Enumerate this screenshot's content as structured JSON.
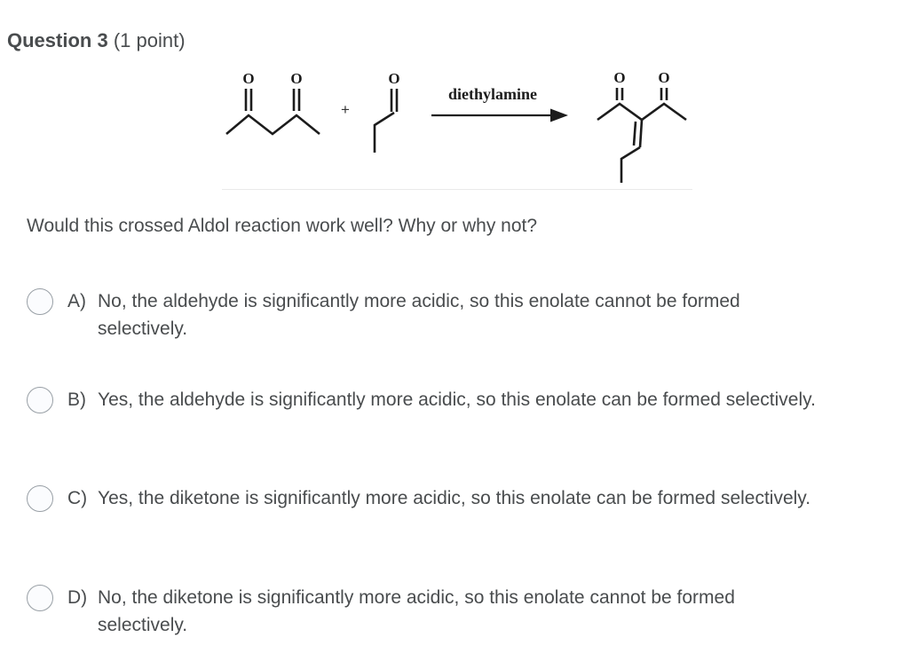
{
  "header": {
    "title": "Question 3",
    "points": "(1 point)"
  },
  "figure": {
    "oxygen_label": "O",
    "plus": "+",
    "reagent_label": "diethylamine"
  },
  "question": {
    "text": "Would this crossed Aldol reaction work well? Why or why not?"
  },
  "options": [
    {
      "letter": "A)",
      "text": "No, the aldehyde is significantly more acidic, so this enolate cannot be formed selectively."
    },
    {
      "letter": "B)",
      "text": "Yes, the aldehyde is significantly more acidic, so this enolate can be formed selectively."
    },
    {
      "letter": "C)",
      "text": "Yes, the diketone is significantly more acidic, so this enolate can be formed selectively."
    },
    {
      "letter": "D)",
      "text": "No, the diketone is significantly more acidic, so this enolate cannot be formed selectively."
    }
  ],
  "colors": {
    "text": "#494c4e",
    "structure": "#1c1c1c",
    "radio_border": "#989fa5",
    "figure_divider": "#eaeaea"
  }
}
